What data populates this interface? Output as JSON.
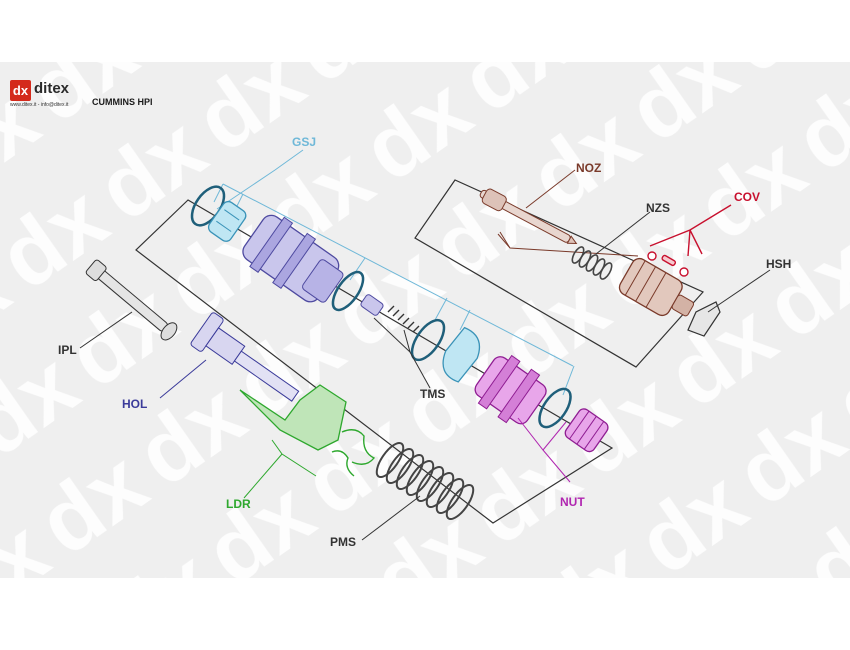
{
  "brand": {
    "mark": "dx",
    "name": "ditex",
    "contact": "www.ditex.it - info@ditex.it"
  },
  "model": "CUMMINS HPI",
  "colors": {
    "GSJ": "#6fb8d8",
    "NOZ": "#7a3a2a",
    "NZS": "#333333",
    "COV": "#c8102e",
    "HSH": "#333333",
    "IPL": "#333333",
    "HOL": "#3b3b9a",
    "TMS": "#333333",
    "LDR": "#2ea82e",
    "NUT": "#b026b0",
    "PMS": "#333333"
  },
  "labels": {
    "GSJ": "GSJ",
    "NOZ": "NOZ",
    "NZS": "NZS",
    "COV": "COV",
    "HSH": "HSH",
    "IPL": "IPL",
    "HOL": "HOL",
    "TMS": "TMS",
    "LDR": "LDR",
    "NUT": "NUT",
    "PMS": "PMS"
  }
}
